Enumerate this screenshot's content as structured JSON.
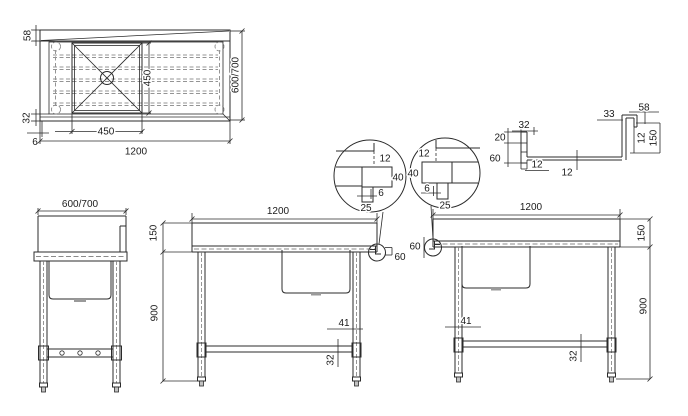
{
  "title": "sink-table-technical-drawing",
  "colors": {
    "background": "#ffffff",
    "line": "#2b2b2b",
    "dashed": "#949494",
    "text": "#1b1b1b"
  },
  "top_view": {
    "dim_58": "58",
    "dim_32": "32",
    "dim_6": "6",
    "dim_450_h": "450",
    "dim_450_v": "450",
    "dim_1200": "1200",
    "dim_600_700": "600/700"
  },
  "detail_circle_left": {
    "dim_12": "12",
    "dim_40": "40",
    "dim_6": "6",
    "dim_25": "25"
  },
  "detail_circle_right": {
    "dim_12": "12",
    "dim_40": "40",
    "dim_6": "6",
    "dim_25": "25"
  },
  "section_profile": {
    "dim_32": "32",
    "dim_20": "20",
    "dim_60": "60",
    "dim_12_left": "12",
    "dim_12_mid": "12",
    "dim_33": "33",
    "dim_58": "58",
    "dim_12_right": "12",
    "dim_150": "150"
  },
  "side_view": {
    "dim_600_700": "600/700"
  },
  "front_view_left": {
    "dim_1200": "1200",
    "dim_150": "150",
    "dim_900": "900",
    "dim_41": "41",
    "dim_32": "32",
    "dim_60": "60"
  },
  "front_view_right": {
    "dim_1200": "1200",
    "dim_150": "150",
    "dim_900": "900",
    "dim_41": "41",
    "dim_32": "32",
    "dim_60": "60"
  }
}
